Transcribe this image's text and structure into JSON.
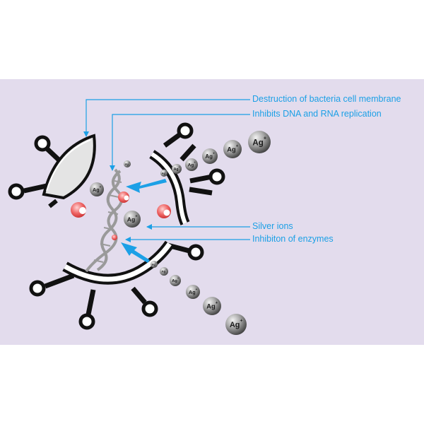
{
  "colors": {
    "page": "#ffffff",
    "panel": "#e3dced",
    "annotation": "#1ca0e6",
    "ion_red": "#e24a4a"
  },
  "labels": {
    "membrane": "Destruction of bacteria cell membrane",
    "dna": "Inhibits DNA and RNA replication",
    "silver": "Silver ions",
    "enzymes": "Inhibiton of enzymes"
  },
  "ion": {
    "symbol": "Ag",
    "charge": "+"
  }
}
